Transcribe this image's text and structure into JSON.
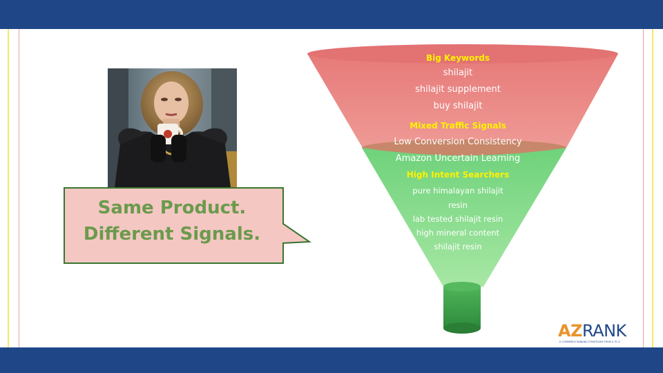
{
  "colors": {
    "band": "#1f4788",
    "funnel_top": "#e5787a",
    "funnel_bottom": "#6fd07a",
    "callout_fill": "#f4c7c3",
    "callout_text": "#6b9a4c",
    "heading_yellow": "#fff200"
  },
  "callout": {
    "line1": "Same Product.",
    "line2": "Different Signals."
  },
  "funnel": {
    "section1": {
      "heading": "Big Keywords",
      "items": [
        "shilajit",
        "shilajit supplement",
        "buy shilajit"
      ]
    },
    "section2": {
      "heading": "Mixed Traffic Signals",
      "items": [
        "Low Conversion Consistency",
        "Amazon Uncertain Learning"
      ]
    },
    "section3": {
      "heading": "High Intent Searchers",
      "items": [
        "pure himalayan shilajit",
        "resin",
        "lab tested shilajit resin",
        "high mineral content",
        "shilajit resin"
      ]
    }
  },
  "logo": {
    "brand_a": "AZ",
    "brand_b": "RANK",
    "tagline": "E-COMMERCE RANKING STRATEGIES FROM A TO Z"
  },
  "photo": {
    "icon": "woman-holding-mug-photo"
  }
}
